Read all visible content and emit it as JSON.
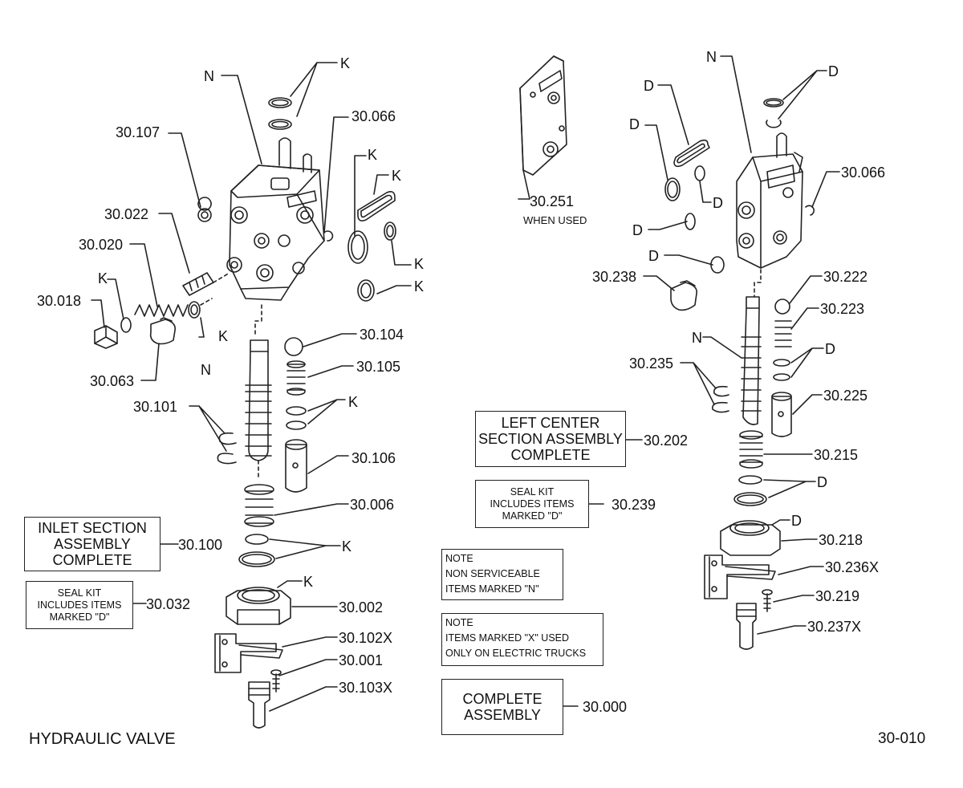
{
  "title": "HYDRAULIC VALVE",
  "page_code": "30-010",
  "left_assembly": {
    "labels": {
      "k1": "K",
      "n1": "N",
      "p30107": "30.107",
      "p30066": "30.066",
      "k2": "K",
      "k3": "K",
      "p30022": "30.022",
      "p30020": "30.020",
      "k4": "K",
      "k5": "K",
      "p30018": "30.018",
      "k6": "K",
      "p30063": "30.063",
      "p30104": "30.104",
      "n2": "N",
      "p30105": "30.105",
      "p30101": "30.101",
      "k7": "K",
      "p30106": "30.106",
      "p30006": "30.006",
      "k8": "K",
      "p30100": "30.100",
      "k9": "K",
      "p30032": "30.032",
      "p30002": "30.002",
      "p30102x": "30.102X",
      "p30001": "30.001",
      "p30103x": "30.103X"
    },
    "inlet_box": [
      "INLET SECTION",
      "ASSEMBLY",
      "COMPLETE"
    ],
    "seal_box": [
      "SEAL KIT",
      "INCLUDES  ITEMS",
      "MARKED \"D\""
    ]
  },
  "middle": {
    "p30251": "30.251",
    "when_used": "WHEN USED",
    "left_center_box": [
      "LEFT  CENTER",
      "SECTION ASSEMBLY",
      "COMPLETE"
    ],
    "p30202": "30.202",
    "seal_box": [
      "SEAL KIT",
      "INCLUDES  ITEMS",
      "MARKED \"D\""
    ],
    "p30239": "30.239",
    "note1": [
      "NOTE",
      "NON SERVICEABLE",
      "ITEMS MARKED \"N\""
    ],
    "note2": [
      "NOTE",
      "ITEMS  MARKED \"X\" USED",
      "ONLY ON ELECTRIC TRUCKS"
    ],
    "complete_box": [
      "COMPLETE",
      "ASSEMBLY"
    ],
    "p30000": "30.000"
  },
  "right_assembly": {
    "labels": {
      "n1": "N",
      "d1": "D",
      "d2": "D",
      "d3": "D",
      "p30066": "30.066",
      "d4": "D",
      "d5": "D",
      "d6": "D",
      "p30238": "30.238",
      "p30222": "30.222",
      "p30223": "30.223",
      "n2": "N",
      "d7": "D",
      "p30235": "30.235",
      "p30225": "30.225",
      "p30215": "30.215",
      "d8": "D",
      "d9": "D",
      "p30218": "30.218",
      "p30236x": "30.236X",
      "p30219": "30.219",
      "p30237x": "30.237X"
    }
  }
}
